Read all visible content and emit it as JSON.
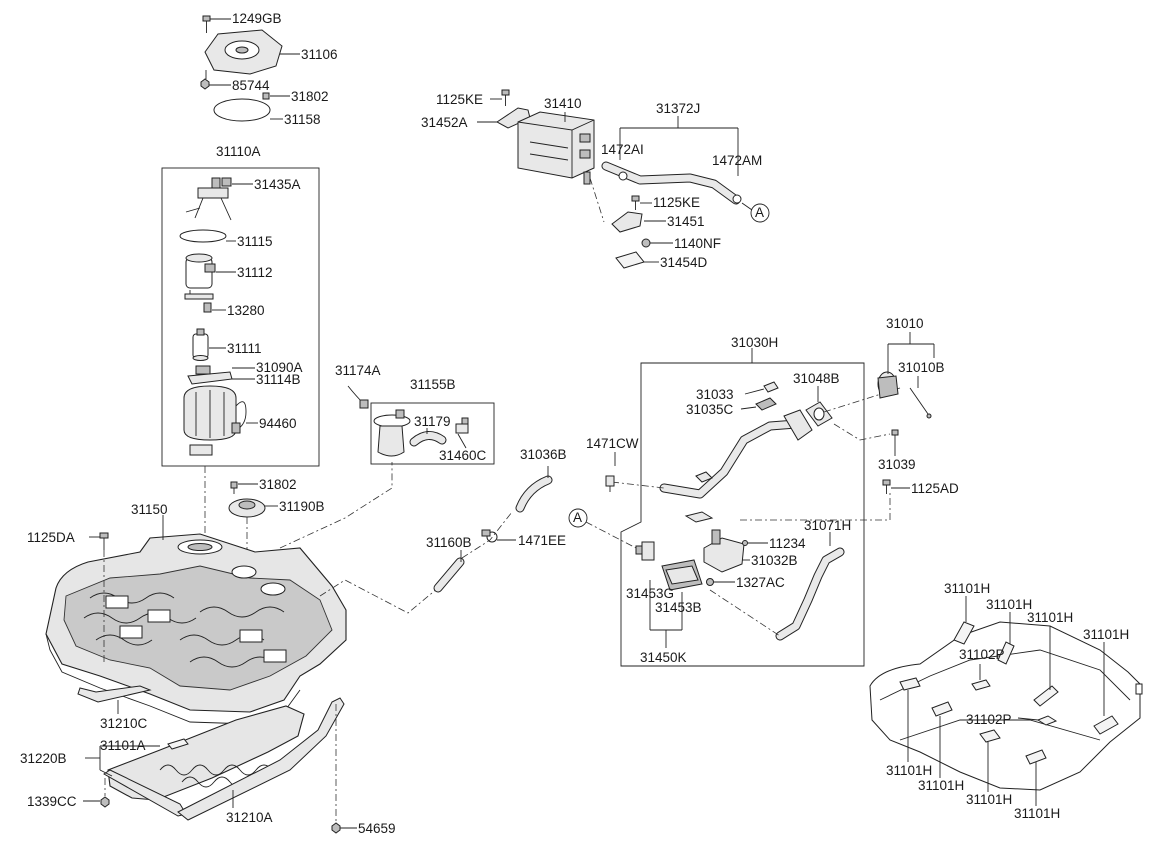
{
  "labels": {
    "l1249GB": "1249GB",
    "l31106": "31106",
    "l85744": "85744",
    "l31802a": "31802",
    "l31158": "31158",
    "l31110A": "31110A",
    "l31435A": "31435A",
    "l31115": "31115",
    "l31112": "31112",
    "l13280": "13280",
    "l31111": "31111",
    "l31090A": "31090A",
    "l31114B": "31114B",
    "l94460": "94460",
    "l31802b": "31802",
    "l31190B": "31190B",
    "l31150": "31150",
    "l1125DA": "1125DA",
    "l31210C": "31210C",
    "l31101A": "31101A",
    "l31220B": "31220B",
    "l1339CC": "1339CC",
    "l31210A": "31210A",
    "l54659": "54659",
    "l1125KEa": "1125KE",
    "l31410": "31410",
    "l31452A": "31452A",
    "l31372J": "31372J",
    "l1472AI": "1472AI",
    "l1472AM": "1472AM",
    "lA1": "A",
    "l1125KEb": "1125KE",
    "l31451": "31451",
    "l1140NF": "1140NF",
    "l31454D": "31454D",
    "l31174A": "31174A",
    "l31155B": "31155B",
    "l31179": "31179",
    "l31460C": "31460C",
    "l31036B": "31036B",
    "l1471CW": "1471CW",
    "l31160B": "31160B",
    "l1471EE": "1471EE",
    "lA2": "A",
    "l31030H": "31030H",
    "l31033": "31033",
    "l31035C": "31035C",
    "l31048B": "31048B",
    "l31010": "31010",
    "l31010B": "31010B",
    "l31039": "31039",
    "l1125AD": "1125AD",
    "l31071H": "31071H",
    "l11234": "11234",
    "l31032B": "31032B",
    "l1327AC": "1327AC",
    "l31453G": "31453G",
    "l31453B": "31453B",
    "l31450K": "31450K",
    "l31101H_1": "31101H",
    "l31101H_2": "31101H",
    "l31101H_3": "31101H",
    "l31101H_4": "31101H",
    "l31102P_1": "31102P",
    "l31102P_2": "31102P",
    "l31101H_5": "31101H",
    "l31101H_6": "31101H",
    "l31101H_7": "31101H",
    "l31101H_8": "31101H"
  }
}
